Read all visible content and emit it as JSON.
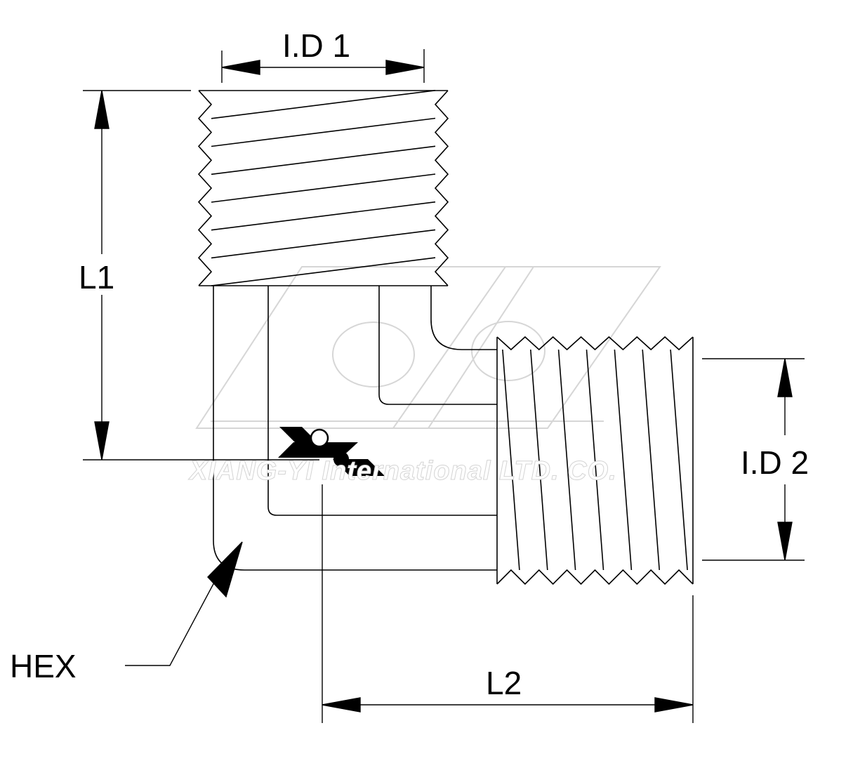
{
  "labels": {
    "id1": "I.D 1",
    "id2": "I.D 2",
    "l1": "L1",
    "l2": "L2",
    "hex": "HEX"
  },
  "watermark": {
    "company": "XIANG-YI International  LTD. CO."
  },
  "colors": {
    "line": "#000000",
    "watermark": "#d4d4d4",
    "background": "#ffffff"
  }
}
